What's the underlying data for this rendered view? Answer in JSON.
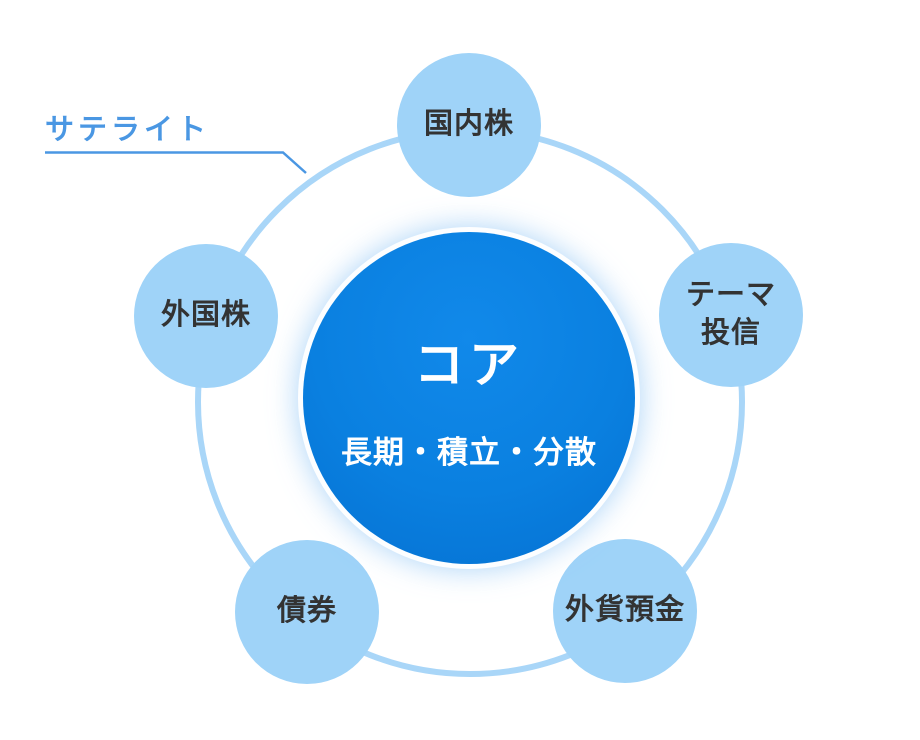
{
  "diagram": {
    "satellite_label": "サテライト",
    "core": {
      "label": "コア",
      "sublabel": "長期・積立・分散"
    },
    "satellites": [
      {
        "id": "domestic-stocks",
        "label": "国内株"
      },
      {
        "id": "theme-funds",
        "label": "テーマ\n投信"
      },
      {
        "id": "foreign-currency-deposit",
        "label": "外貨預金"
      },
      {
        "id": "bonds",
        "label": "債券"
      },
      {
        "id": "foreign-stocks",
        "label": "外国株"
      }
    ],
    "colors": {
      "core_blue": "#0a80e0",
      "satellite_blue": "#9fd3f8",
      "ring_blue": "#a9d6f8",
      "label_blue": "#4a97e3",
      "text_dark": "#333333",
      "text_white": "#ffffff"
    }
  }
}
